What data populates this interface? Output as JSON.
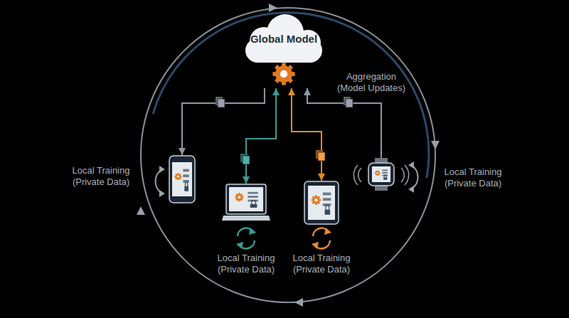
{
  "diagram": {
    "nodes": [
      {
        "text": [
          "Global Model"
        ]
      },
      {
        "text": [
          "Local Training (Private Data)"
        ]
      },
      {
        "text": [
          "Local Training (Private Data)"
        ]
      },
      {
        "text": [
          "Local Training (Private Data)"
        ]
      },
      {
        "text": [
          "Local Training (Private Data)"
        ]
      }
    ],
    "edges": [
      {
        "from": 0,
        "to": 1,
        "arrow": "to"
      },
      {
        "from": 0,
        "to": 2,
        "arrow": "both"
      },
      {
        "from": 0,
        "to": 3,
        "arrow": "both"
      },
      {
        "from": 4,
        "to": 0,
        "arrow": "to"
      }
    ],
    "labels": [
      "Aggregation (Model Updates)"
    ]
  }
}
